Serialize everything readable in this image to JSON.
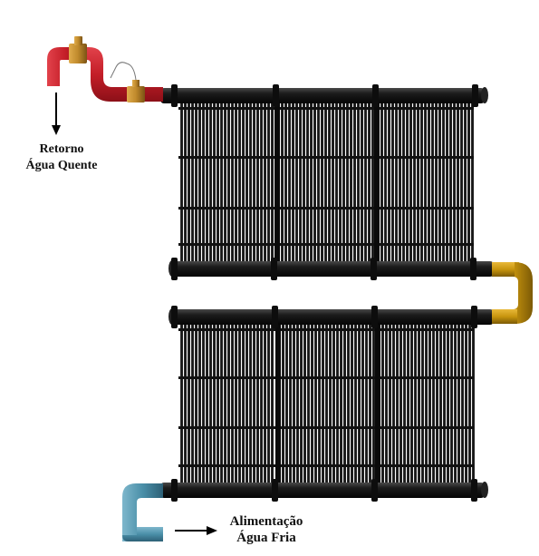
{
  "labels": {
    "return_line1": "Retorno",
    "return_line2": "Água Quente",
    "supply_line1": "Alimentação",
    "supply_line2": "Água Fria"
  },
  "colors": {
    "hot_pipe": "#c8202a",
    "cold_pipe": "#4a8fa8",
    "connector_pipe": "#c8950e",
    "header_pipe": "#151515",
    "panel_tube": "#1e1e1e",
    "brass_fitting": "#c08a2c"
  },
  "icons": {
    "return_arrow": "arrow-down-icon",
    "supply_arrow": "arrow-right-icon"
  },
  "panels": {
    "rows": 2,
    "modules_per_row": 3
  }
}
